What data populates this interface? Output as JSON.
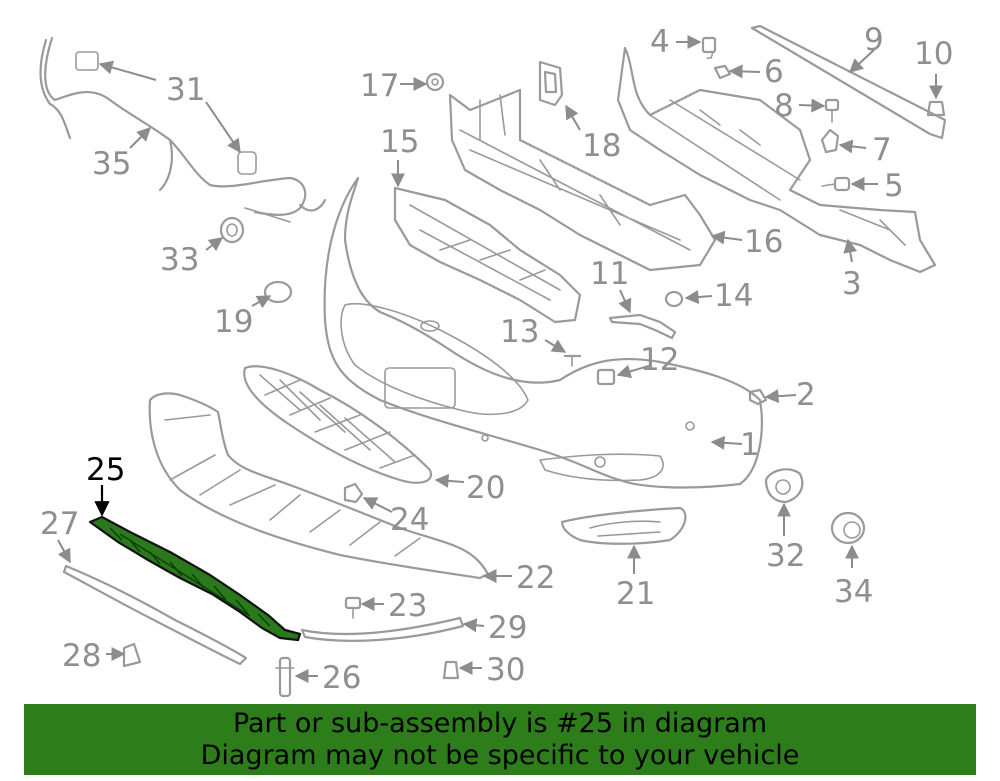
{
  "highlight_color": "#2e7d1b",
  "labels": {
    "l1": "1",
    "l2": "2",
    "l3": "3",
    "l4": "4",
    "l5": "5",
    "l6": "6",
    "l7": "7",
    "l8": "8",
    "l9": "9",
    "l10": "10",
    "l11": "11",
    "l12": "12",
    "l13": "13",
    "l14": "14",
    "l15": "15",
    "l16": "16",
    "l17": "17",
    "l18": "18",
    "l19": "19",
    "l20": "20",
    "l21": "21",
    "l22": "22",
    "l23": "23",
    "l24": "24",
    "l25": "25",
    "l26": "26",
    "l27": "27",
    "l28": "28",
    "l29": "29",
    "l30": "30",
    "l31": "31",
    "l32": "32",
    "l33": "33",
    "l34": "34",
    "l35": "35"
  },
  "footer": {
    "line1": "Part or sub-assembly is #25 in diagram",
    "line2": "Diagram may not be specific to your vehicle"
  }
}
